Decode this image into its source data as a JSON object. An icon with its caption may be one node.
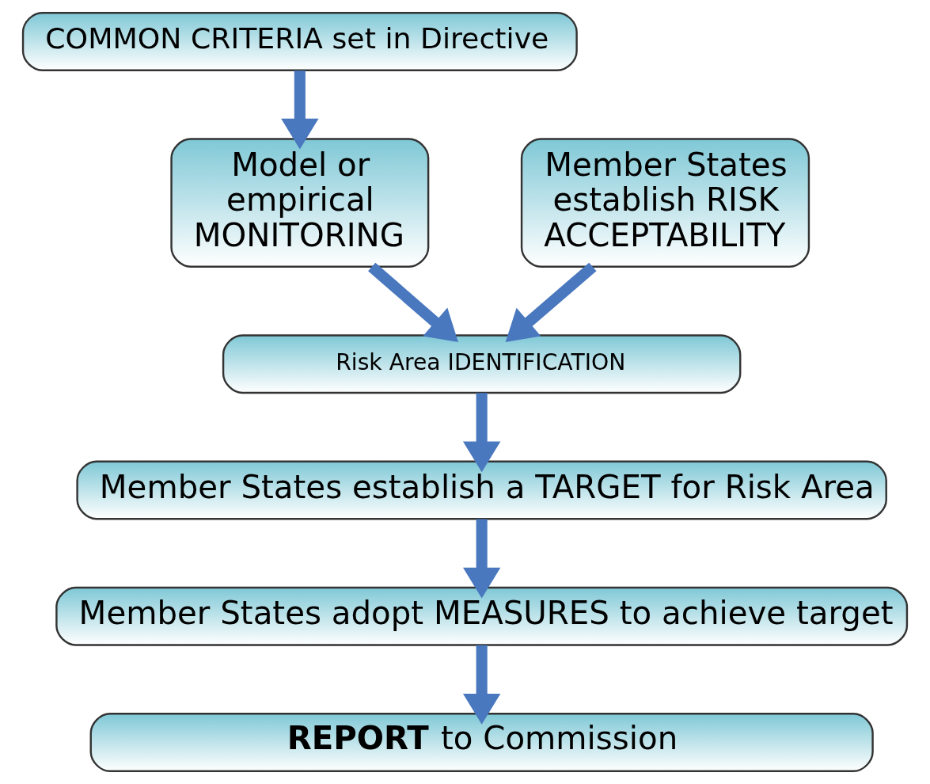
{
  "diagram": {
    "nodes": [
      {
        "text": [
          "COMMON CRITERIA set in Directive"
        ]
      },
      {
        "text": [
          "Model or empirical MONITORING"
        ]
      },
      {
        "text": [
          "Member States establish RISK ACCEPTABILITY"
        ]
      },
      {
        "text": [
          "Risk Area IDENTIFICATION"
        ]
      },
      {
        "text": [
          "Member States establish a TARGET for Risk Area"
        ]
      },
      {
        "text": [
          "Member States adopt MEASURES to achieve target"
        ]
      },
      {
        "text": [
          "**REPORT** to Commission"
        ]
      }
    ],
    "edges": [
      {
        "from": 0,
        "to": 1,
        "arrow": "to"
      },
      {
        "from": 1,
        "to": 3,
        "arrow": "to"
      },
      {
        "from": 2,
        "to": 3,
        "arrow": "to"
      },
      {
        "from": 3,
        "to": 4,
        "arrow": "to"
      },
      {
        "from": 4,
        "to": 5,
        "arrow": "to"
      },
      {
        "from": 5,
        "to": 6,
        "arrow": "to"
      }
    ]
  }
}
